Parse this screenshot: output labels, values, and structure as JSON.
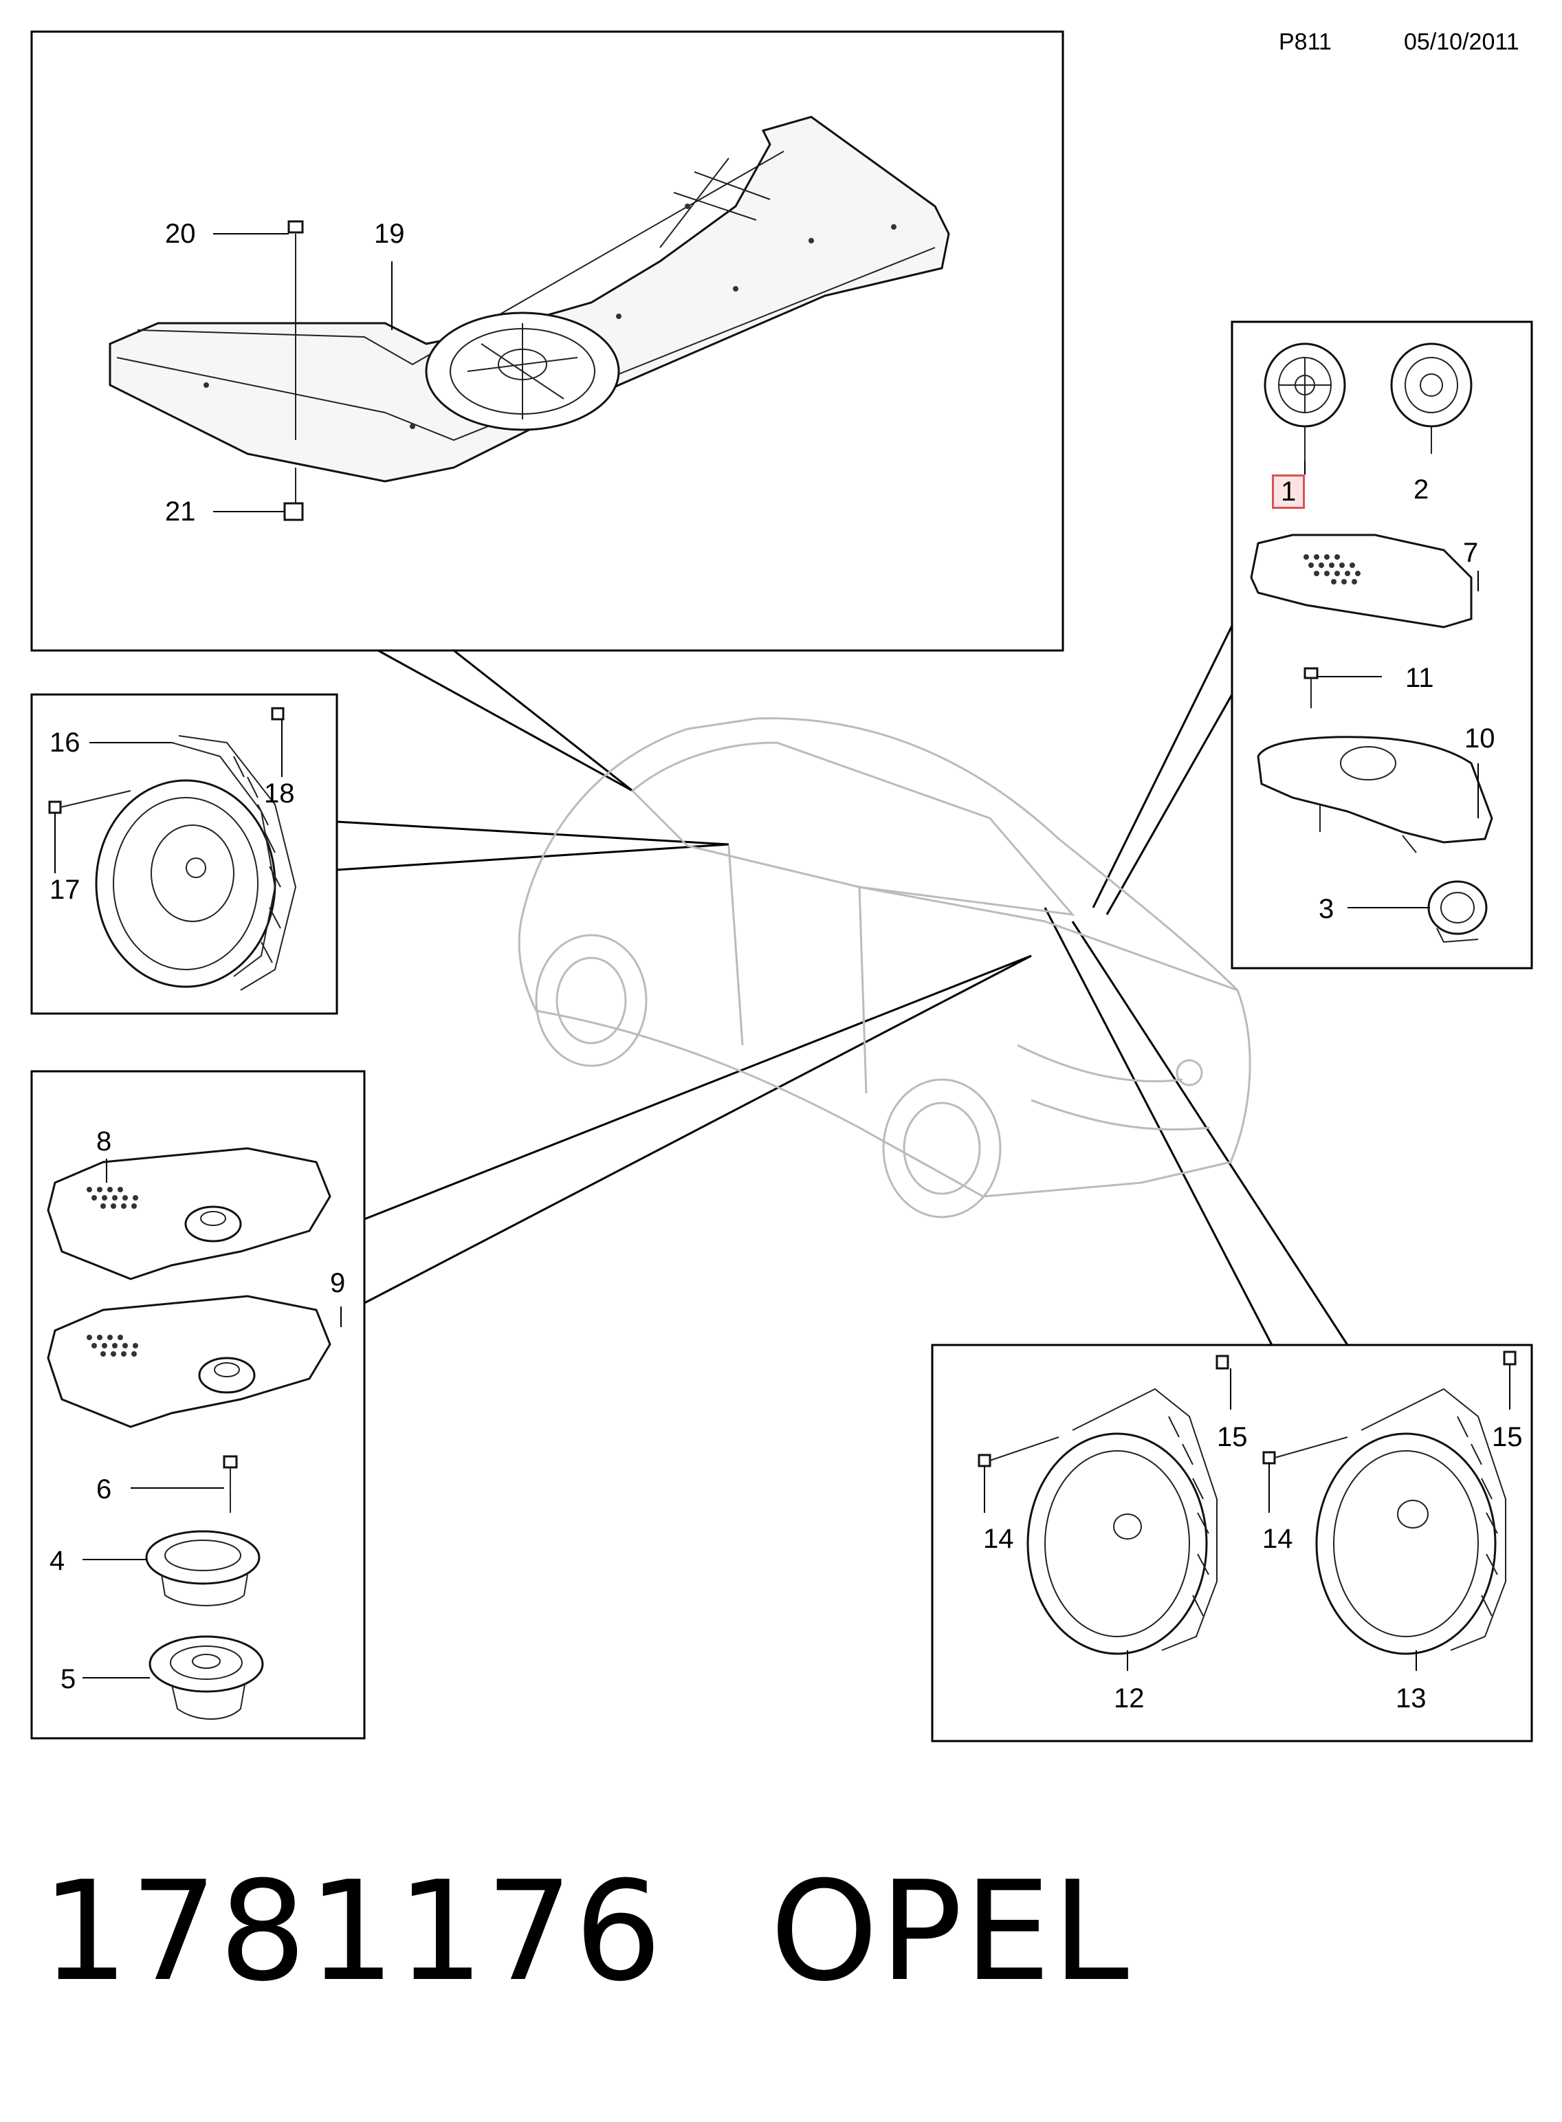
{
  "header": {
    "code": "P811",
    "date": "05/10/2011"
  },
  "footer": {
    "part_number": "1781176",
    "brand": "OPEL"
  },
  "callouts": {
    "c1": "1",
    "c2": "2",
    "c3": "3",
    "c4": "4",
    "c5": "5",
    "c6": "6",
    "c7": "7",
    "c8": "8",
    "c9": "9",
    "c10": "10",
    "c11": "11",
    "c12": "12",
    "c13": "13",
    "c14a": "14",
    "c14b": "14",
    "c15a": "15",
    "c15b": "15",
    "c16": "16",
    "c17": "17",
    "c18": "18",
    "c19": "19",
    "c20": "20",
    "c21": "21"
  },
  "highlighted_callout": "1",
  "colors": {
    "highlight_border": "#d9534f",
    "highlight_fill": "#fde3e3",
    "car_outline": "#bbbbbb"
  }
}
